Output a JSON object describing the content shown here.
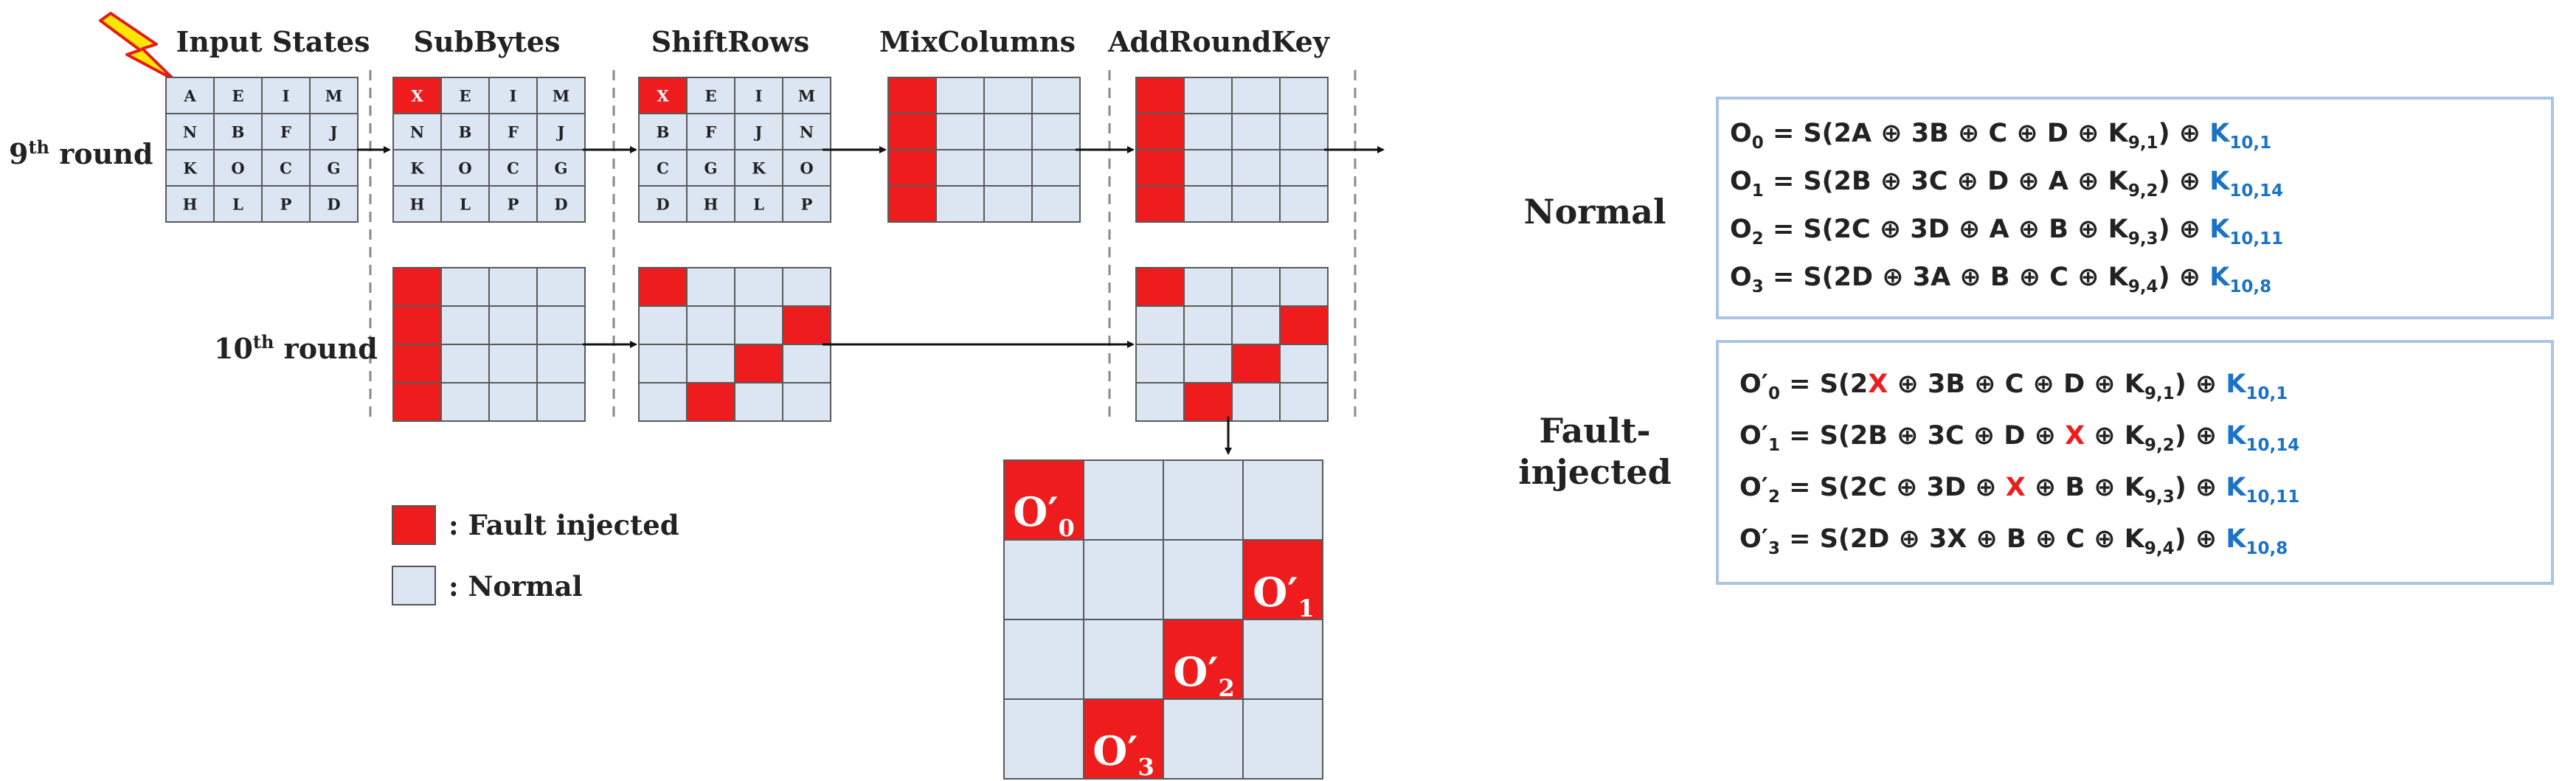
{
  "headers": [
    "Input States",
    "SubBytes",
    "ShiftRows",
    "MixColumns",
    "AddRoundKey"
  ],
  "round9": {
    "num": "9",
    "sup": "th",
    "word": " round"
  },
  "round10": {
    "num": "10",
    "sup": "th",
    "word": " round"
  },
  "input_letters": [
    "A",
    "E",
    "I",
    "M",
    "N",
    "B",
    "F",
    "J",
    "K",
    "O",
    "C",
    "G",
    "H",
    "L",
    "P",
    "D"
  ],
  "subbytes_letters": [
    "X",
    "E",
    "I",
    "M",
    "N",
    "B",
    "F",
    "J",
    "K",
    "O",
    "C",
    "G",
    "H",
    "L",
    "P",
    "D"
  ],
  "shiftrows_letters": [
    "X",
    "E",
    "I",
    "M",
    "B",
    "F",
    "J",
    "N",
    "C",
    "G",
    "K",
    "O",
    "D",
    "H",
    "L",
    "P"
  ],
  "legend": {
    "fault": ": Fault injected",
    "normal": ": Normal"
  },
  "outputs": [
    {
      "main": "O′",
      "sub": "0"
    },
    {
      "main": "O′",
      "sub": "1"
    },
    {
      "main": "O′",
      "sub": "2"
    },
    {
      "main": "O′",
      "sub": "3"
    }
  ],
  "normal_label": "Normal",
  "fault_label": [
    "Fault-",
    "injected"
  ],
  "normal_equations": [
    {
      "lhs": "O",
      "lsub": "0",
      "pre": " = S(2A ⊕ 3B ⊕ C ⊕ D ⊕ K",
      "ksub": "9,1",
      "post": ") ⊕ ",
      "k": "K",
      "k10": "10,1"
    },
    {
      "lhs": "O",
      "lsub": "1",
      "pre": " = S(2B ⊕ 3C ⊕ D ⊕ A ⊕ K",
      "ksub": "9,2",
      "post": ") ⊕ ",
      "k": "K",
      "k10": "10,14"
    },
    {
      "lhs": "O",
      "lsub": "2",
      "pre": " = S(2C ⊕ 3D ⊕ A ⊕ B ⊕ K",
      "ksub": "9,3",
      "post": ") ⊕ ",
      "k": "K",
      "k10": "10,11"
    },
    {
      "lhs": "O",
      "lsub": "3",
      "pre": " = S(2D ⊕ 3A ⊕ B ⊕ C ⊕ K",
      "ksub": "9,4",
      "post": ") ⊕ ",
      "k": "K",
      "k10": "10,8"
    }
  ],
  "fault_equations": [
    {
      "lhs": "O′",
      "lsub": "0",
      "a": " = S(2",
      "x": "X",
      "b": " ⊕ 3B ⊕ C ⊕ D ⊕ K",
      "ksub": "9,1",
      "post": ") ⊕ ",
      "k": "K",
      "k10": "10,1"
    },
    {
      "lhs": "O′",
      "lsub": "1",
      "a": " = S(2B ⊕ 3C ⊕ D ⊕ ",
      "x": "X",
      "b": " ⊕ K",
      "ksub": "9,2",
      "post": ") ⊕ ",
      "k": "K",
      "k10": "10,14"
    },
    {
      "lhs": "O′",
      "lsub": "2",
      "a": " = S(2C ⊕ 3D ⊕ ",
      "x": "X",
      "b": " ⊕ B ⊕ K",
      "ksub": "9,3",
      "post": ") ⊕ ",
      "k": "K",
      "k10": "10,11"
    },
    {
      "lhs": "O′",
      "lsub": "3",
      "a": " = S(2D ⊕ 3X ⊕ B ⊕ C ⊕ K",
      "x": "",
      "b": "",
      "ksub": "9,4",
      "post": ") ⊕ ",
      "k": "K",
      "k10": "10,8"
    }
  ],
  "colors": {
    "fault": "#ee1c1c",
    "normal": "#dbe6f2",
    "key": "#1a73c8",
    "box_border": "#aac4e4"
  }
}
